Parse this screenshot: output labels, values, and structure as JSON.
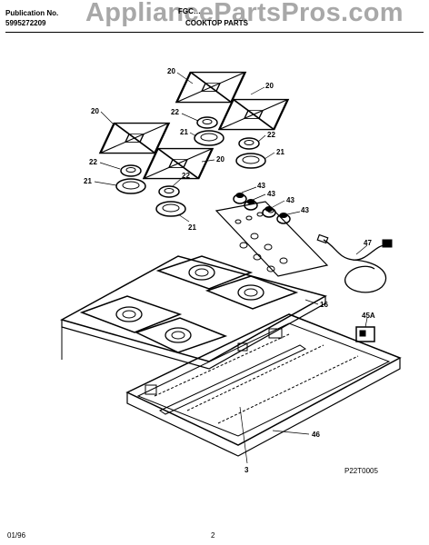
{
  "header": {
    "publication_label": "Publication No.",
    "publication_number": "5995272209",
    "model": "FGC…",
    "section_title": "COOKTOP PARTS",
    "watermark": "AppliancePartsPros.com"
  },
  "callouts": {
    "c20a": "20",
    "c20b": "20",
    "c20c": "20",
    "c20d": "20",
    "c22a": "22",
    "c22b": "22",
    "c22c": "22",
    "c22d": "22",
    "c21a": "21",
    "c21b": "21",
    "c21c": "21",
    "c21d": "21",
    "c43a": "43",
    "c43b": "43",
    "c43c": "43",
    "c43d": "43",
    "c47": "47",
    "c16": "16",
    "c45a": "45A",
    "c46": "46",
    "c3": "3"
  },
  "footer": {
    "diagram_code": "P22T0005",
    "date": "01/96",
    "page_number": "2"
  }
}
